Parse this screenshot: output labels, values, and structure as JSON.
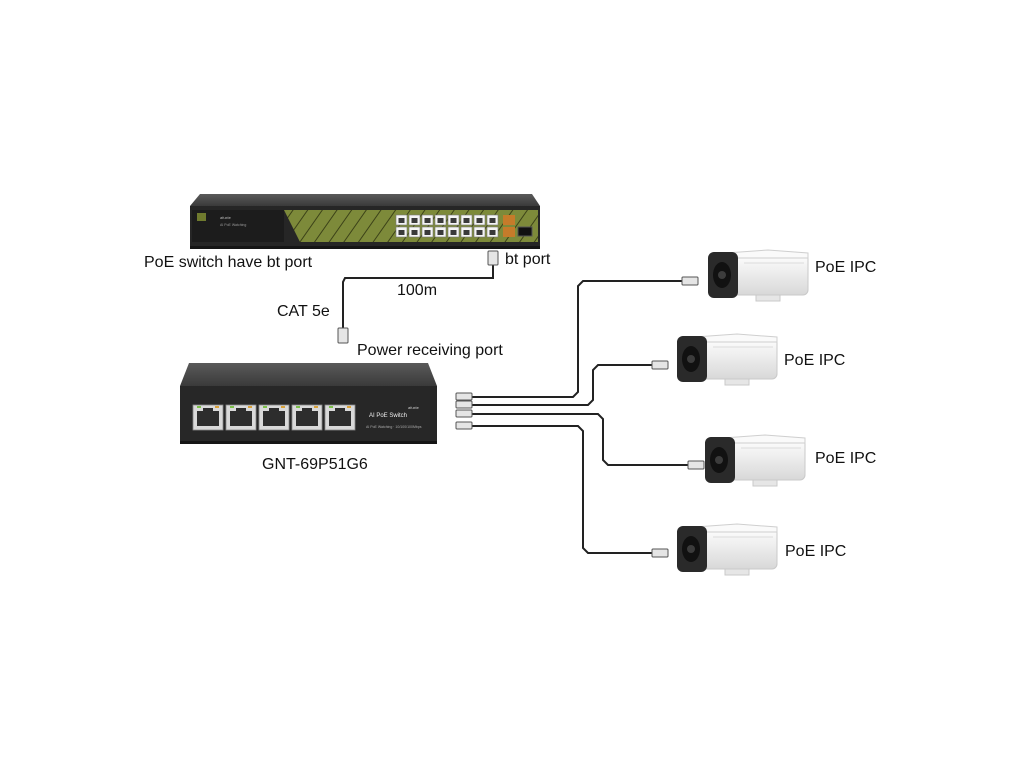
{
  "labels": {
    "big_switch": "PoE switch have bt port",
    "bt_port": "bt port",
    "distance": "100m",
    "cable": "CAT 5e",
    "power_port": "Power receiving port",
    "model": "GNT-69P51G6"
  },
  "cameras": [
    {
      "label": "PoE IPC"
    },
    {
      "label": "PoE IPC"
    },
    {
      "label": "PoE IPC"
    },
    {
      "label": "PoE IPC"
    }
  ],
  "small_switch": {
    "name": "AI PoE Switch",
    "brand": "afuxte",
    "subtitle": "AI PoE Watching · 10/100/100Mbps",
    "port_count": 5
  },
  "big_switch": {
    "brand": "afuxte",
    "subtitle": "AI PoE Watching",
    "port_count": 16
  },
  "colors": {
    "switch_body": "#2b2b2b",
    "panel_green": "#7d8a3a",
    "cable": "#222222",
    "camera_body": "#f2f2f2",
    "camera_dark": "#2a2a2a"
  }
}
